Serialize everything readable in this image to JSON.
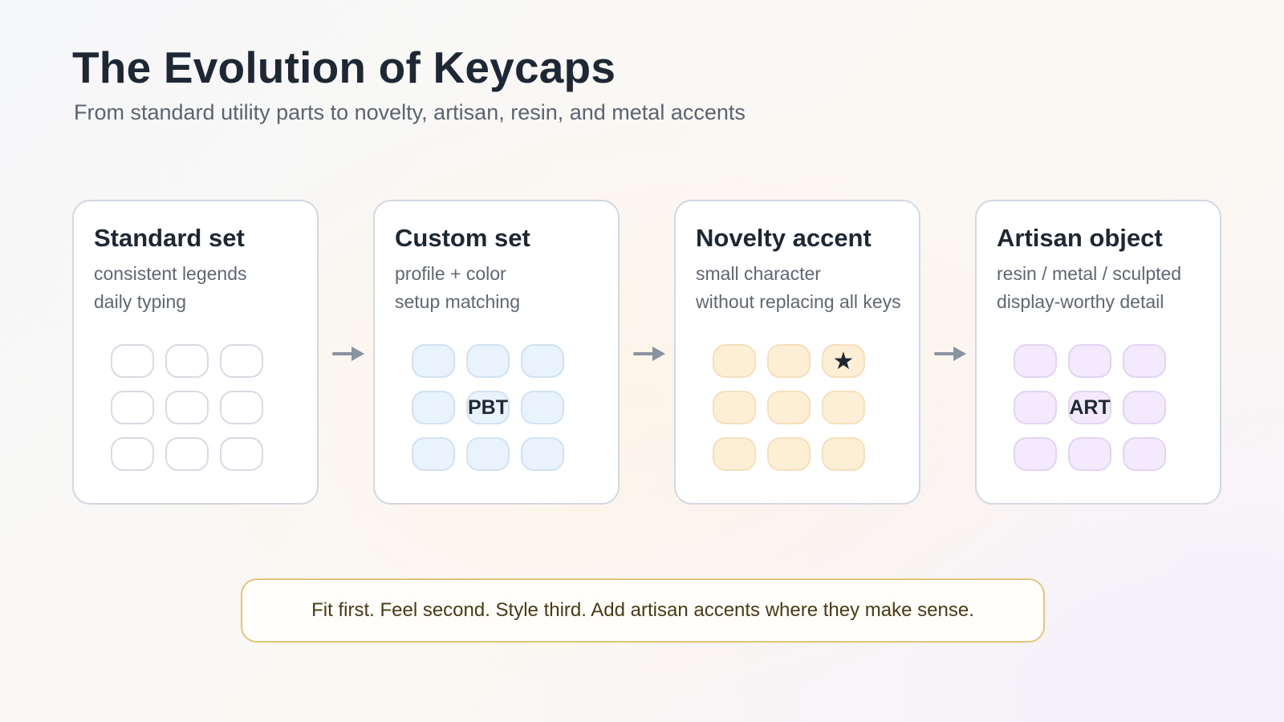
{
  "header": {
    "title": "The Evolution of Keycaps",
    "subtitle": "From standard utility parts to novelty, artisan, resin, and metal accents"
  },
  "stages": [
    {
      "title": "Standard set",
      "lines": [
        "consistent legends",
        "daily typing"
      ],
      "key_style": "plain",
      "key_color": "#ffffff",
      "center_label": "",
      "accent_icon": ""
    },
    {
      "title": "Custom set",
      "lines": [
        "profile + color",
        "setup matching"
      ],
      "key_style": "blue",
      "key_color": "#e9f3fd",
      "center_label": "PBT",
      "accent_icon": ""
    },
    {
      "title": "Novelty accent",
      "lines": [
        "small character",
        "without replacing all keys"
      ],
      "key_style": "orange",
      "key_color": "#fdefd6",
      "center_label": "",
      "accent_icon": "star-icon",
      "accent_glyph": "★"
    },
    {
      "title": "Artisan object",
      "lines": [
        "resin / metal / sculpted",
        "display-worthy detail"
      ],
      "key_style": "purple",
      "key_color": "#f3eafd",
      "center_label": "ART",
      "accent_icon": ""
    }
  ],
  "connector_icon": "arrow-right-icon",
  "note": {
    "text": "Fit first. Feel second. Style third. Add artisan accents where they make sense.",
    "border_color": "#e2c57a"
  }
}
